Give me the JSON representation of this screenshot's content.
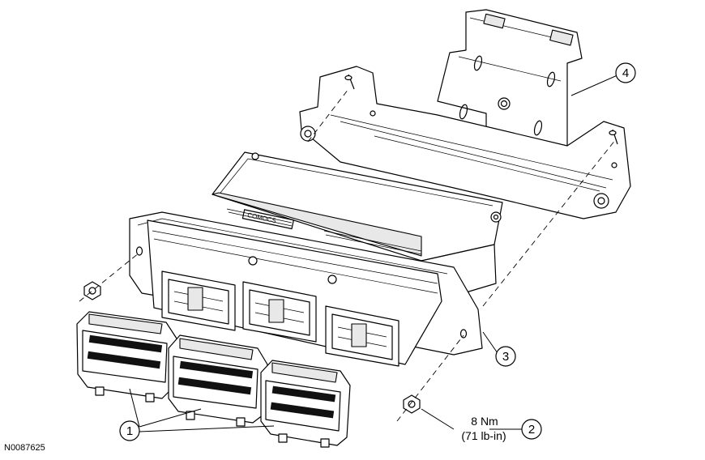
{
  "figure_id": "N0087625",
  "callouts": [
    {
      "id": "callout-1",
      "number": "1"
    },
    {
      "id": "callout-2",
      "number": "2"
    },
    {
      "id": "callout-3",
      "number": "3"
    },
    {
      "id": "callout-4",
      "number": "4"
    }
  ],
  "torque_spec": {
    "metric": "8 Nm",
    "imperial": "(71 lb-in)"
  },
  "module_label": "COMOCS"
}
